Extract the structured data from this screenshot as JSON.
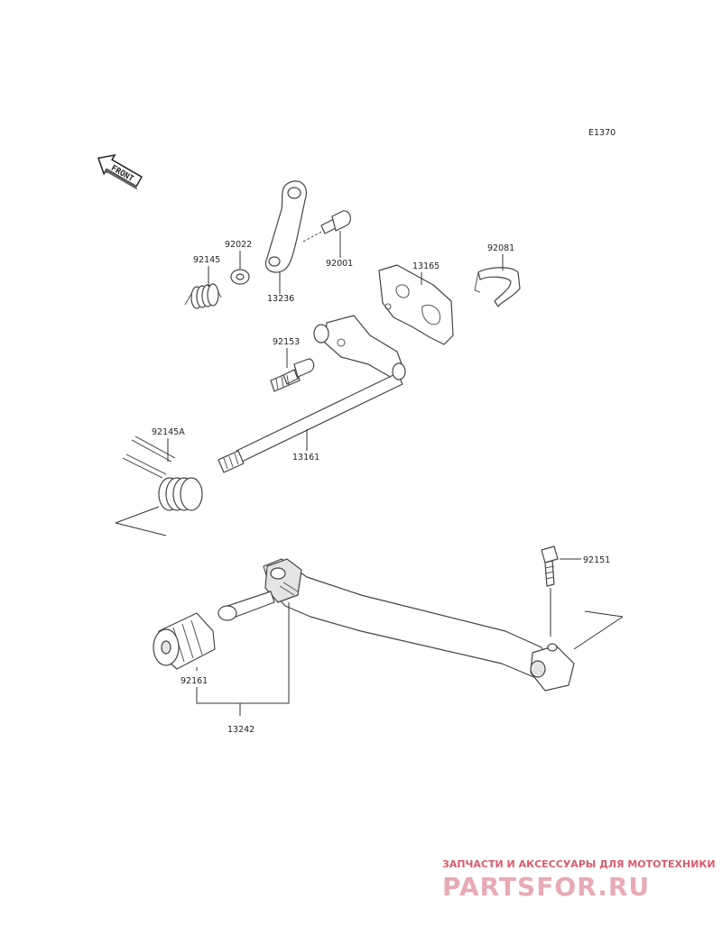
{
  "diagram_code": "E1370",
  "front_label": "FRONT",
  "parts": {
    "p92022": "92022",
    "p92145": "92145",
    "p92001": "92001",
    "p13236": "13236",
    "p92081": "92081",
    "p13165": "13165",
    "p92153": "92153",
    "p13161": "13161",
    "p92145A": "92145A",
    "p92151": "92151",
    "p92161": "92161",
    "p13242": "13242"
  },
  "watermark": {
    "tagline": "ЗАПЧАСТИ И АКСЕССУАРЫ ДЛЯ МОТОТЕХНИКИ",
    "logo": "PARTSFOR.RU"
  }
}
